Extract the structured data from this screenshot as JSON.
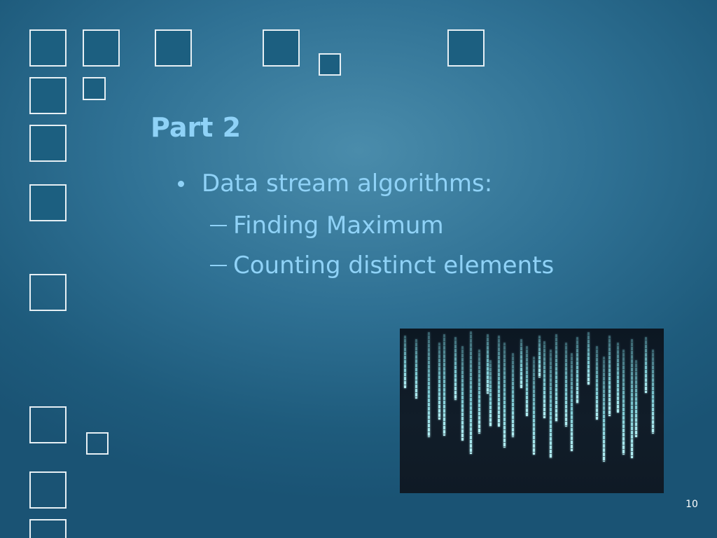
{
  "slide": {
    "title": "Part 2",
    "bullets": [
      {
        "text": "Data stream algorithms:",
        "sub": [
          "Finding Maximum",
          "Counting distinct elements"
        ]
      }
    ],
    "page_number": "10"
  },
  "image": {
    "description_icon": "binary-data-stream-image"
  },
  "colors": {
    "background": "#2f7194",
    "text": "#8fd2f7",
    "square_fill": "#1c5f80",
    "square_border": "#e6eff4",
    "image_background": "#0f1a25",
    "stream_glow": "#7fd8e4"
  }
}
